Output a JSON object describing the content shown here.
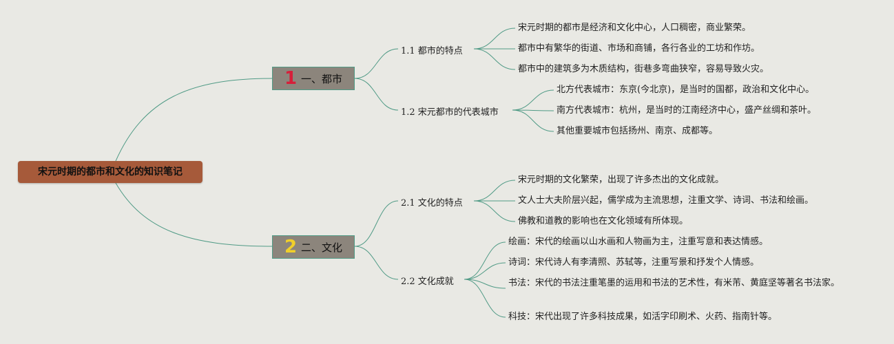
{
  "root": "宋元时期的都市和文化的知识笔记",
  "branches": [
    {
      "num": "1",
      "title": "一、都市",
      "subs": [
        {
          "title": "1.1 都市的特点",
          "items": [
            "宋元时期的都市是经济和文化中心，人口稠密，商业繁荣。",
            "都市中有繁华的街道、市场和商铺，各行各业的工坊和作坊。",
            "都市中的建筑多为木质结构，街巷多弯曲狭窄，容易导致火灾。"
          ]
        },
        {
          "title": "1.2 宋元都市的代表城市",
          "items": [
            "北方代表城市：东京(今北京)，是当时的国都，政治和文化中心。",
            "南方代表城市：杭州，是当时的江南经济中心，盛产丝绸和茶叶。",
            "其他重要城市包括扬州、南京、成都等。"
          ]
        }
      ]
    },
    {
      "num": "2",
      "title": "二、文化",
      "subs": [
        {
          "title": "2.1 文化的特点",
          "items": [
            "宋元时期的文化繁荣，出现了许多杰出的文化成就。",
            "文人士大夫阶层兴起，儒学成为主流思想，注重文学、诗词、书法和绘画。",
            "佛教和道教的影响也在文化领域有所体现。"
          ]
        },
        {
          "title": "2.2 文化成就",
          "items": [
            "绘画：宋代的绘画以山水画和人物画为主，注重写意和表达情感。",
            "诗词：宋代诗人有李清照、苏轼等，注重写景和抒发个人情感。",
            "书法：宋代的书法注重笔墨的运用和书法的艺术性，有米芾、黄庭坚等著名书法家。",
            "科技：宋代出现了许多科技成果，如活字印刷术、火药、指南针等。"
          ]
        }
      ]
    }
  ]
}
